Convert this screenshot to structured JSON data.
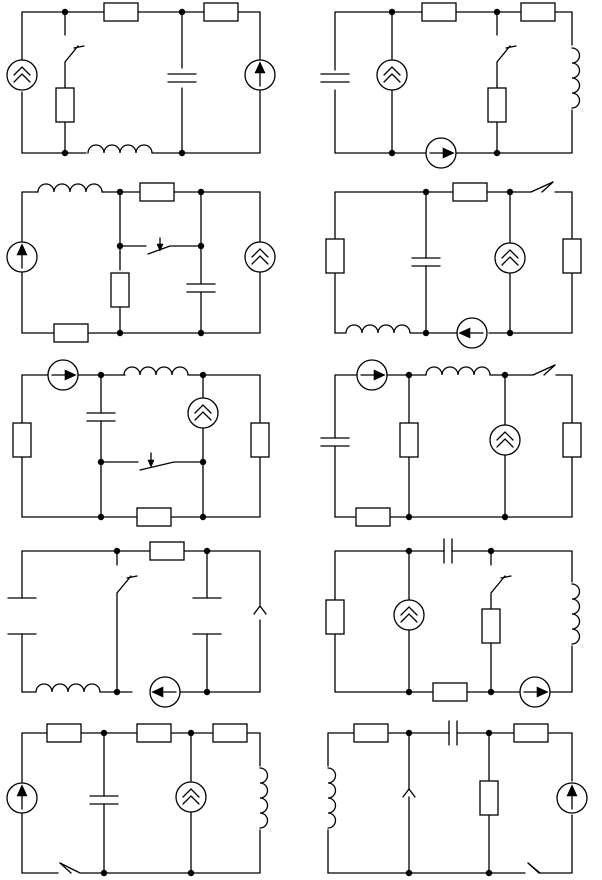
{
  "page": {
    "background": "#ffffff",
    "ink": "#000000"
  },
  "circuits": [
    {
      "id": "circuit-1",
      "components": [
        "dependent-source",
        "switch",
        "resistor",
        "resistor",
        "resistor",
        "inductor",
        "capacitor",
        "current-source"
      ]
    },
    {
      "id": "circuit-2",
      "components": [
        "capacitor",
        "dependent-source",
        "resistor",
        "resistor",
        "switch",
        "resistor",
        "inductor",
        "current-source"
      ]
    },
    {
      "id": "circuit-3",
      "components": [
        "inductor",
        "resistor",
        "current-source",
        "switch",
        "resistor",
        "capacitor",
        "dependent-source",
        "resistor"
      ]
    },
    {
      "id": "circuit-4",
      "components": [
        "resistor",
        "switch",
        "capacitor",
        "dependent-source",
        "resistor",
        "inductor",
        "current-source"
      ]
    },
    {
      "id": "circuit-5",
      "components": [
        "current-source",
        "inductor",
        "resistor",
        "capacitor",
        "dependent-source",
        "switch",
        "resistor",
        "resistor"
      ]
    },
    {
      "id": "circuit-6",
      "components": [
        "current-source",
        "inductor",
        "switch",
        "capacitor",
        "resistor",
        "dependent-source",
        "resistor",
        "resistor"
      ]
    },
    {
      "id": "circuit-7",
      "components": [
        "resistor",
        "capacitor",
        "switch",
        "capacitor",
        "inductor",
        "current-source",
        "open-terminals"
      ]
    },
    {
      "id": "circuit-8",
      "components": [
        "capacitor",
        "resistor",
        "dependent-source",
        "switch",
        "resistor",
        "inductor",
        "resistor",
        "current-source"
      ]
    },
    {
      "id": "circuit-9",
      "components": [
        "resistor",
        "resistor",
        "resistor",
        "current-source",
        "capacitor",
        "dependent-source",
        "inductor",
        "switch"
      ]
    },
    {
      "id": "circuit-10",
      "components": [
        "resistor",
        "capacitor",
        "resistor",
        "inductor",
        "open-terminals",
        "resistor",
        "current-source",
        "switch"
      ]
    }
  ]
}
